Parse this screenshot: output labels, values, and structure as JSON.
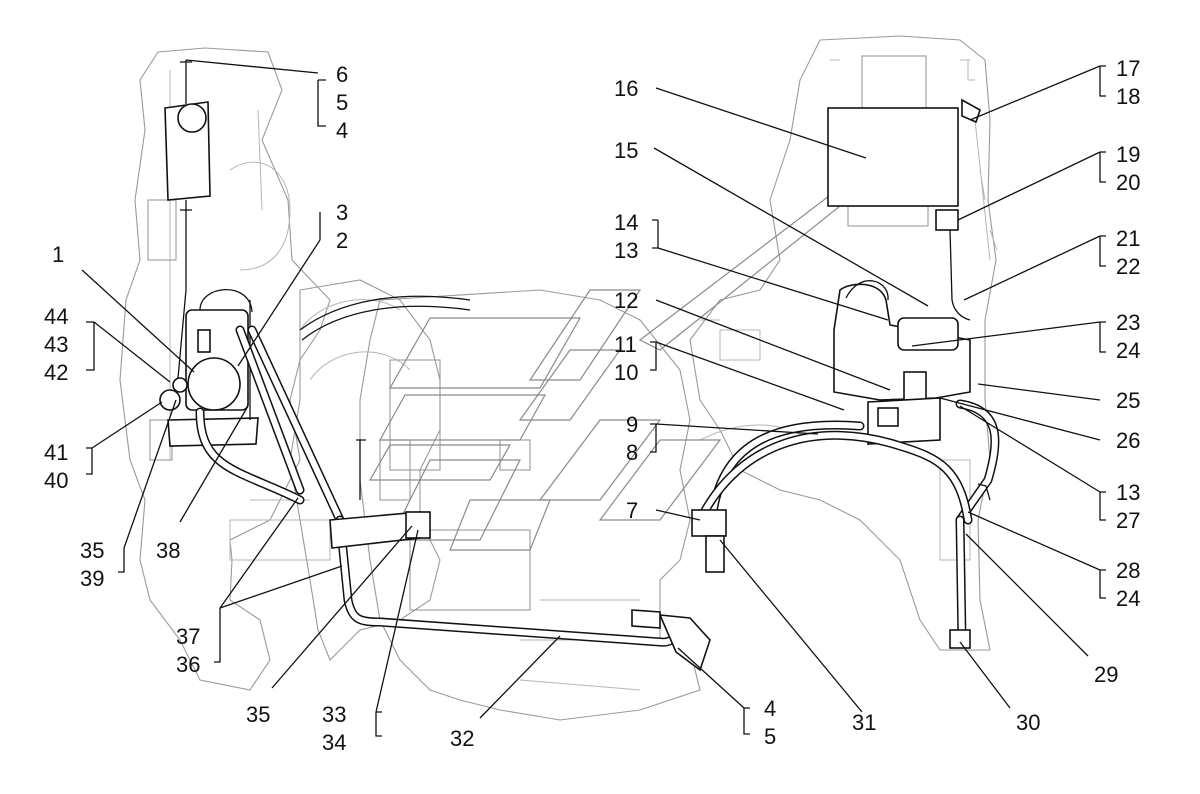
{
  "diagram": {
    "callouts": [
      {
        "id": "c1",
        "text": "1"
      },
      {
        "id": "c2",
        "text": "2"
      },
      {
        "id": "c3",
        "text": "3"
      },
      {
        "id": "c4a",
        "text": "4"
      },
      {
        "id": "c5a",
        "text": "5"
      },
      {
        "id": "c6",
        "text": "6"
      },
      {
        "id": "c7",
        "text": "7"
      },
      {
        "id": "c8",
        "text": "8"
      },
      {
        "id": "c9",
        "text": "9"
      },
      {
        "id": "c10",
        "text": "10"
      },
      {
        "id": "c11",
        "text": "11"
      },
      {
        "id": "c12",
        "text": "12"
      },
      {
        "id": "c13a",
        "text": "13"
      },
      {
        "id": "c14",
        "text": "14"
      },
      {
        "id": "c15",
        "text": "15"
      },
      {
        "id": "c16",
        "text": "16"
      },
      {
        "id": "c17",
        "text": "17"
      },
      {
        "id": "c18",
        "text": "18"
      },
      {
        "id": "c19",
        "text": "19"
      },
      {
        "id": "c20",
        "text": "20"
      },
      {
        "id": "c21",
        "text": "21"
      },
      {
        "id": "c22",
        "text": "22"
      },
      {
        "id": "c23",
        "text": "23"
      },
      {
        "id": "c24a",
        "text": "24"
      },
      {
        "id": "c25",
        "text": "25"
      },
      {
        "id": "c26",
        "text": "26"
      },
      {
        "id": "c13b",
        "text": "13"
      },
      {
        "id": "c27",
        "text": "27"
      },
      {
        "id": "c28",
        "text": "28"
      },
      {
        "id": "c24b",
        "text": "24"
      },
      {
        "id": "c29",
        "text": "29"
      },
      {
        "id": "c30",
        "text": "30"
      },
      {
        "id": "c31",
        "text": "31"
      },
      {
        "id": "c4b",
        "text": "4"
      },
      {
        "id": "c5b",
        "text": "5"
      },
      {
        "id": "c32",
        "text": "32"
      },
      {
        "id": "c33",
        "text": "33"
      },
      {
        "id": "c34",
        "text": "34"
      },
      {
        "id": "c35a",
        "text": "35"
      },
      {
        "id": "c37",
        "text": "37"
      },
      {
        "id": "c36",
        "text": "36"
      },
      {
        "id": "c35b",
        "text": "35"
      },
      {
        "id": "c39",
        "text": "39"
      },
      {
        "id": "c38",
        "text": "38"
      },
      {
        "id": "c41",
        "text": "41"
      },
      {
        "id": "c40",
        "text": "40"
      },
      {
        "id": "c44",
        "text": "44"
      },
      {
        "id": "c43",
        "text": "43"
      },
      {
        "id": "c42",
        "text": "42"
      }
    ]
  }
}
